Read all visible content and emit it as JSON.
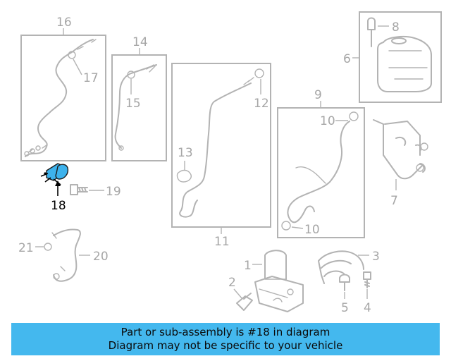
{
  "banner": {
    "line1": "Part or sub-assembly is #18 in diagram",
    "line2": "Diagram may not be specific to your vehicle"
  },
  "callouts": {
    "c1": "1",
    "c2": "2",
    "c3": "3",
    "c4": "4",
    "c5": "5",
    "c6": "6",
    "c7": "7",
    "c8": "8",
    "c9": "9",
    "c10a": "10",
    "c10b": "10",
    "c11": "11",
    "c12": "12",
    "c13": "13",
    "c14": "14",
    "c15": "15",
    "c16": "16",
    "c17": "17",
    "c18": "18",
    "c19": "19",
    "c20": "20",
    "c21": "21"
  },
  "highlight": {
    "part_number": "18",
    "color": "#3db2ec"
  }
}
